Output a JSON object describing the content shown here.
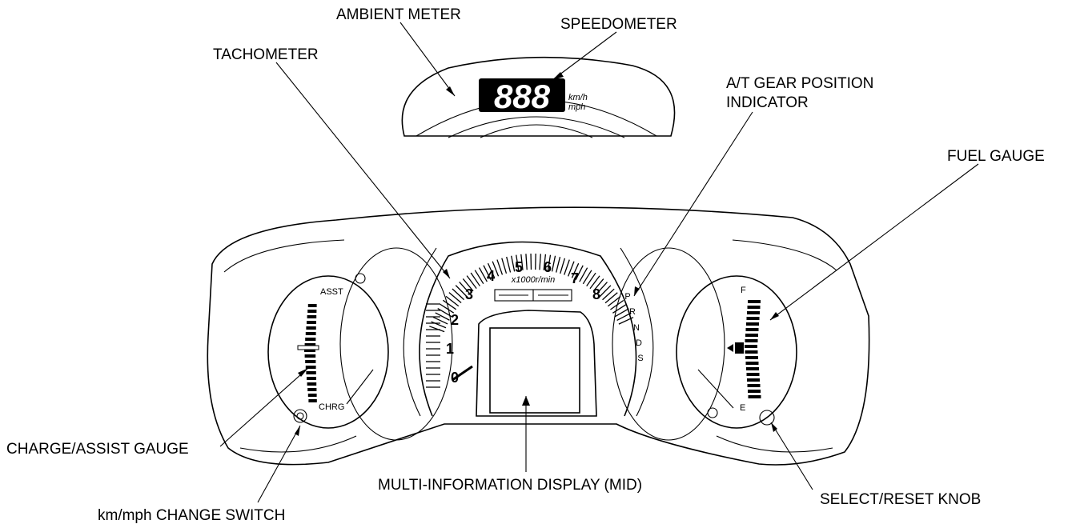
{
  "callouts": {
    "ambient_meter": "AMBIENT METER",
    "speedometer": "SPEEDOMETER",
    "tachometer": "TACHOMETER",
    "gear_indicator_line1": "A/T GEAR POSITION",
    "gear_indicator_line2": "INDICATOR",
    "fuel_gauge": "FUEL GAUGE",
    "charge_assist_gauge": "CHARGE/ASSIST GAUGE",
    "mid": "MULTI-INFORMATION DISPLAY (MID)",
    "select_reset_knob": "SELECT/RESET KNOB",
    "kmh_mph_switch": "km/mph CHANGE SWITCH"
  },
  "speedo": {
    "digits": "888",
    "unit_kmh": "km/h",
    "unit_mph": "mph"
  },
  "tacho": {
    "numbers": [
      "0",
      "1",
      "2",
      "3",
      "4",
      "5",
      "6",
      "7",
      "8"
    ],
    "unit": "x1000r/min"
  },
  "gear": {
    "positions": [
      "P",
      "R",
      "N",
      "D",
      "S"
    ]
  },
  "charge": {
    "top": "ASST",
    "bottom": "CHRG"
  },
  "fuel": {
    "full": "F",
    "empty": "E"
  },
  "colors": {
    "line": "#000000",
    "background": "#ffffff"
  }
}
